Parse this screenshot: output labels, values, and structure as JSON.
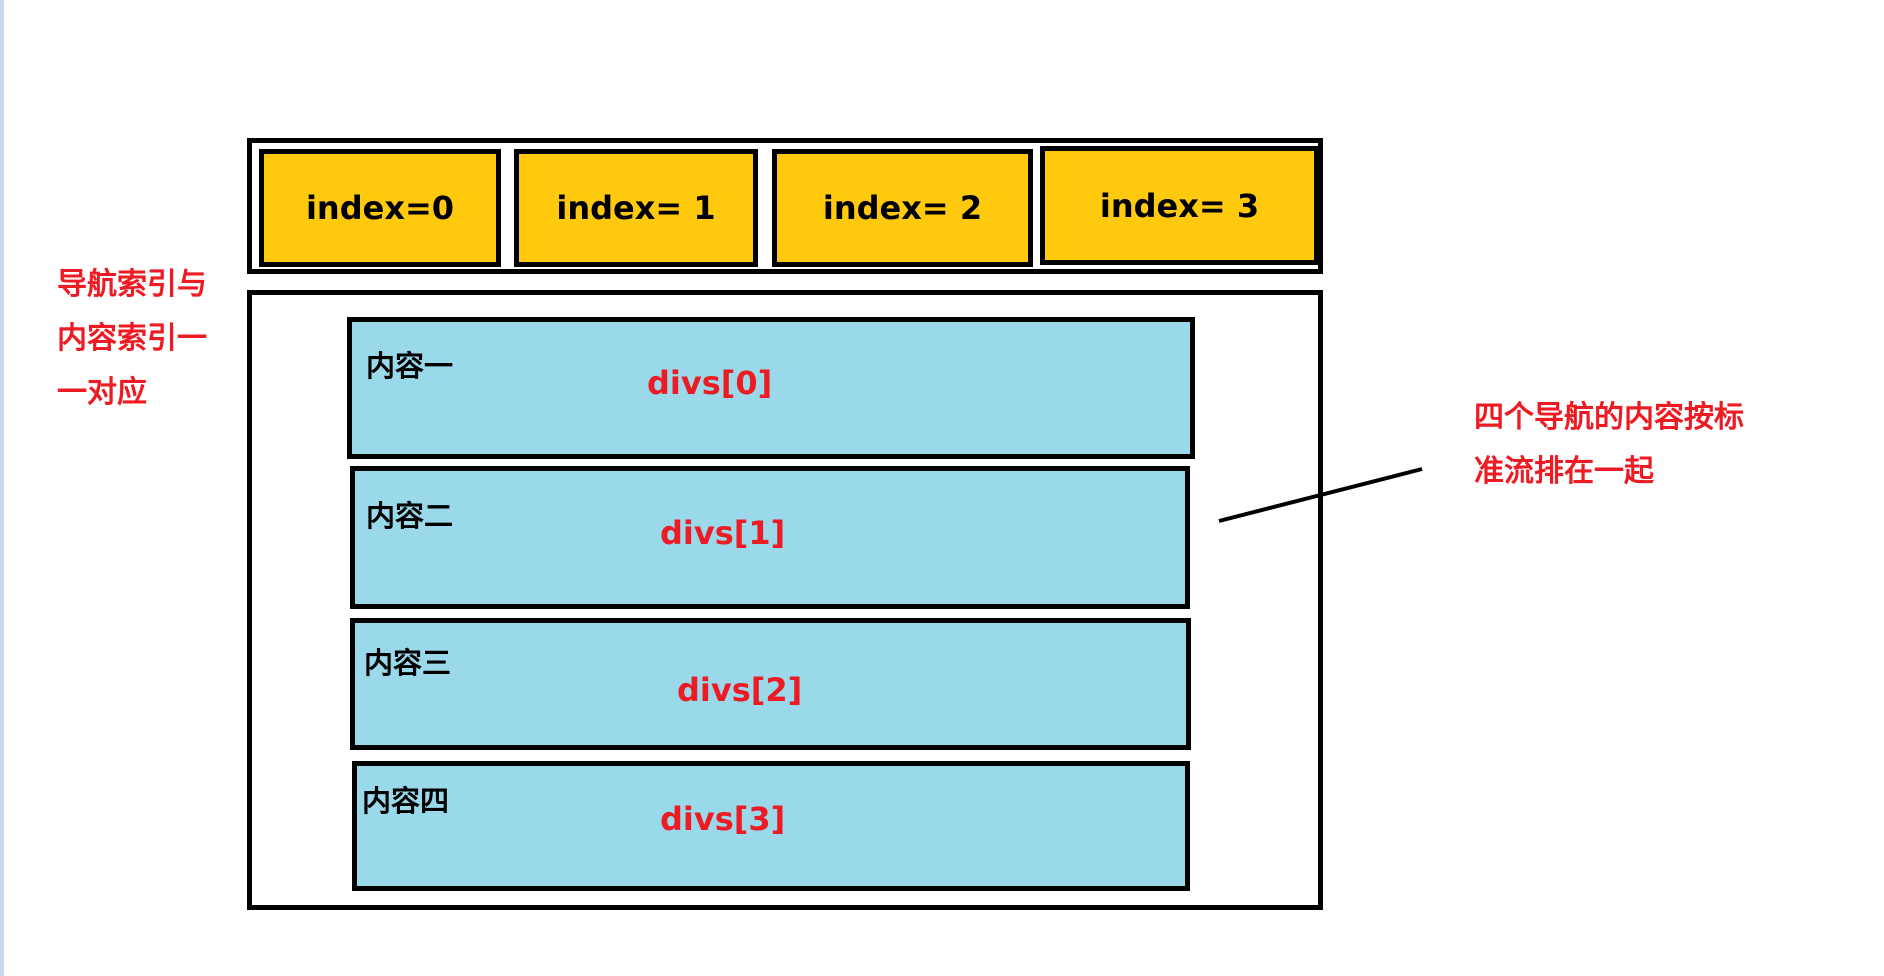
{
  "nav_items": [
    {
      "label": "index=0"
    },
    {
      "label": "index= 1"
    },
    {
      "label": "index= 2"
    },
    {
      "label": "index= 3"
    }
  ],
  "content_items": [
    {
      "title": "内容一",
      "var": "divs[0]"
    },
    {
      "title": "内容二",
      "var": "divs[1]"
    },
    {
      "title": "内容三",
      "var": "divs[2]"
    },
    {
      "title": "内容四",
      "var": "divs[3]"
    }
  ],
  "annotations": {
    "left_lines": [
      "导航索引与",
      "内容索引一",
      "一对应"
    ],
    "right_lines": [
      "四个导航的内容按标",
      "准流排在一起"
    ]
  },
  "colors": {
    "nav_fill": "#ffc90e",
    "content_fill": "#99d9ea",
    "annotation_text": "#ed1c24",
    "border": "#000000"
  }
}
